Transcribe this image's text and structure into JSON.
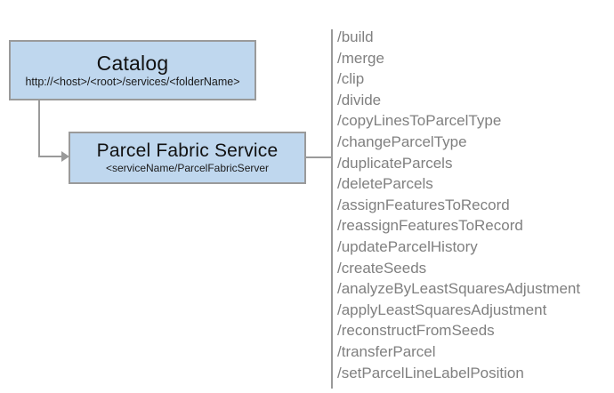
{
  "diagram": {
    "nodes": [
      {
        "id": "catalog",
        "title": "Catalog",
        "subtitle": "http://<host>/<root>/services/<folderName>"
      },
      {
        "id": "parcel-fabric-service",
        "title": "Parcel Fabric Service",
        "subtitle": "<serviceName/ParcelFabricServer"
      }
    ],
    "operations": [
      "/build",
      "/merge",
      "/clip",
      "/divide",
      "/copyLinesToParcelType",
      "/changeParcelType",
      "/duplicateParcels",
      "/deleteParcels",
      "/assignFeaturesToRecord",
      "/reassignFeaturesToRecord",
      "/updateParcelHistory",
      "/createSeeds",
      "/analyzeByLeastSquaresAdjustment",
      "/applyLeastSquaresAdjustment",
      "/reconstructFromSeeds",
      "/transferParcel",
      "/setParcelLineLabelPosition"
    ],
    "colors": {
      "node_fill": "#bfd7ee",
      "node_border": "#9a9a9a",
      "connector": "#9a9a9a",
      "operation_text": "#808080",
      "background": "#ffffff"
    }
  }
}
